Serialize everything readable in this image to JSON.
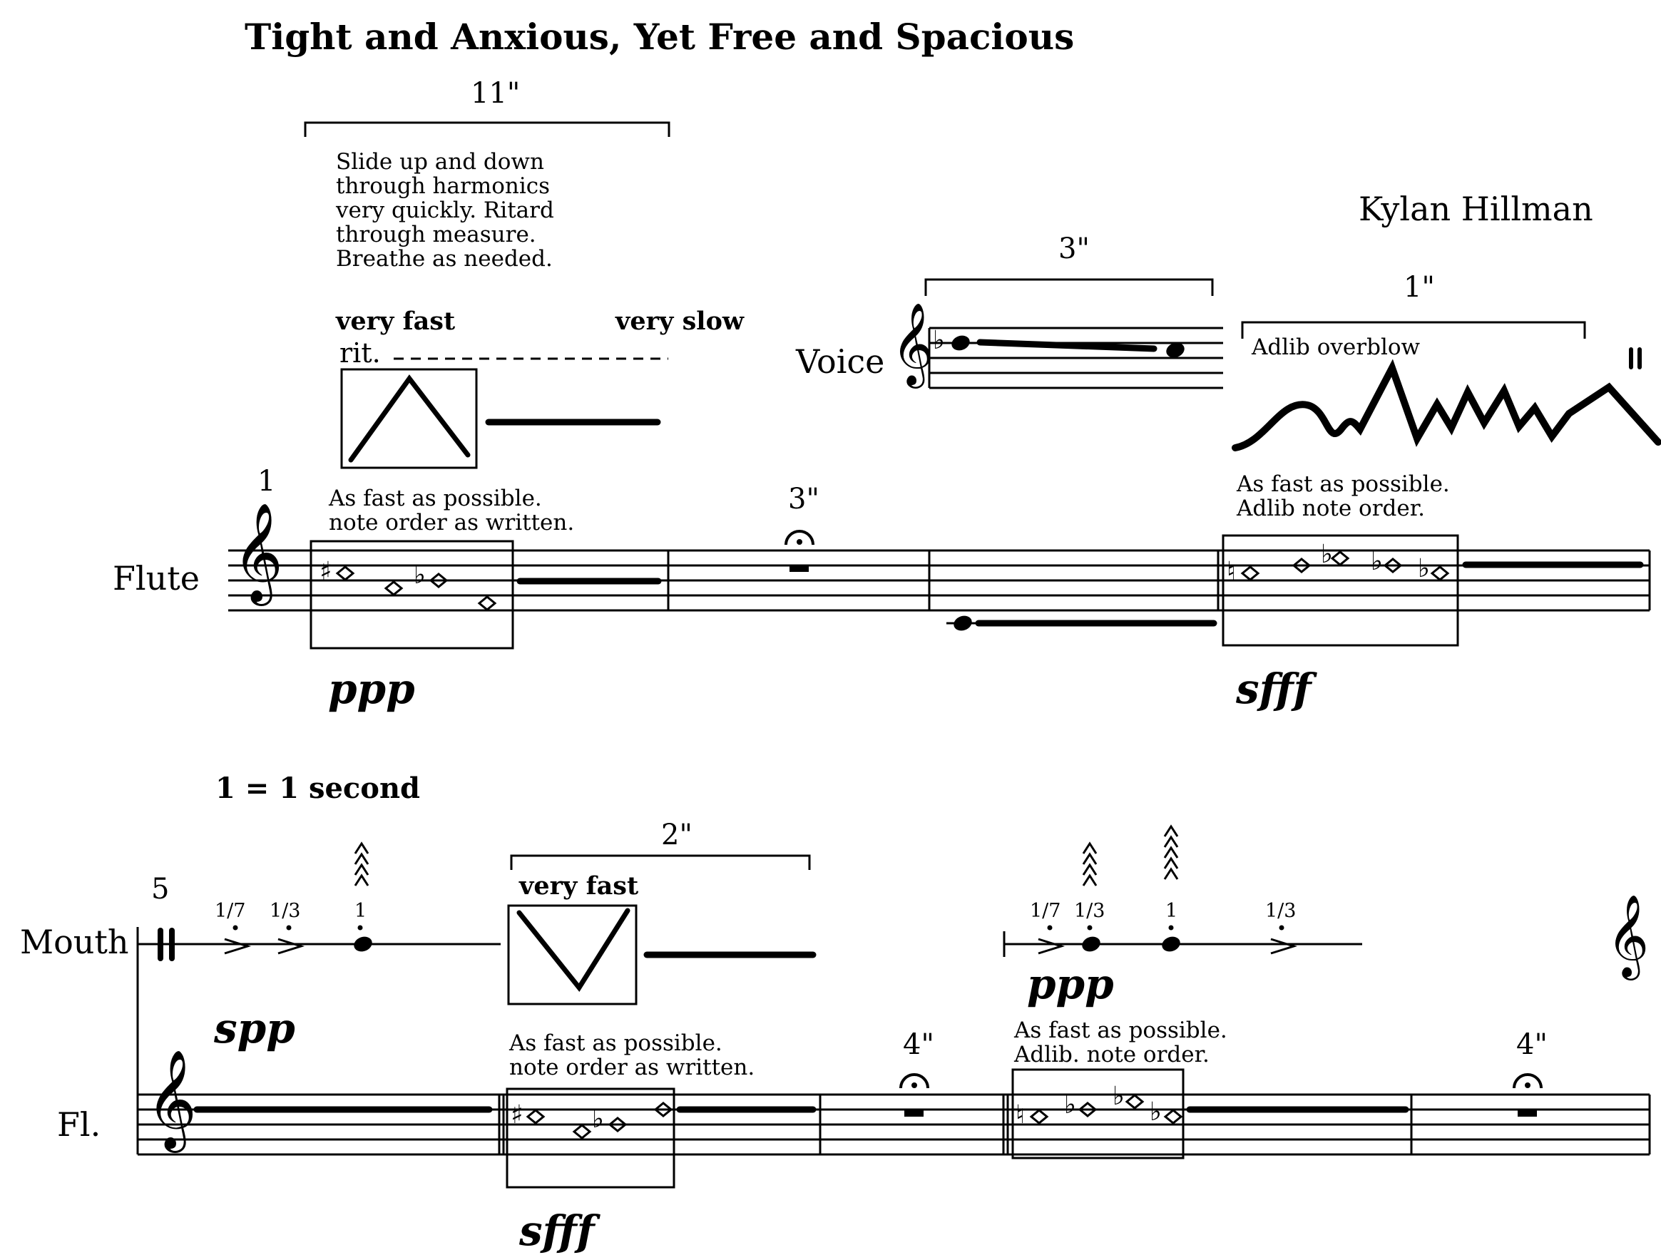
{
  "title": "Tight and Anxious, Yet Free and Spacious",
  "composer": "Kylan Hillman",
  "tempo_marking": "1 = 1 second",
  "system1": {
    "measure_number": "1",
    "instruments": {
      "voice": "Voice",
      "flute": "Flute"
    },
    "timings": {
      "bracket1": "11\"",
      "bracket2": "3\"",
      "bracket3": "1\"",
      "fermata": "3\""
    },
    "annotations": {
      "slide_instruction": "Slide up and down through harmonics very quickly. Ritard through measure. Breathe as needed.",
      "very_fast": "very fast",
      "very_slow": "very slow",
      "rit": "rit.",
      "adlib_overblow": "Adlib overblow",
      "fast_as_written_line1": "As fast as possible.",
      "fast_as_written_line2": "note order as written.",
      "fast_adlib_line1": "As fast as possible.",
      "fast_adlib_line2": "Adlib note order."
    },
    "dynamics": {
      "d1": "ppp",
      "d2": "sfff"
    }
  },
  "system2": {
    "measure_number": "5",
    "instruments": {
      "mouth": "Mouth",
      "flute": "Fl."
    },
    "timings": {
      "bracket1": "2\"",
      "fermata1": "4\"",
      "fermata2": "4\""
    },
    "annotations": {
      "very_fast": "very fast",
      "fast_as_written_line1": "As fast as possible.",
      "fast_as_written_line2": "note order as written.",
      "fast_adlib_line1": "As fast as possible.",
      "fast_adlib_line2": "Adlib. note order."
    },
    "fractions": [
      "1/7",
      "1/3",
      "1",
      "1/7",
      "1/3",
      "1",
      "1/3"
    ],
    "dynamics": {
      "d1": "spp",
      "d2": "ppp",
      "d3": "sfff"
    }
  }
}
